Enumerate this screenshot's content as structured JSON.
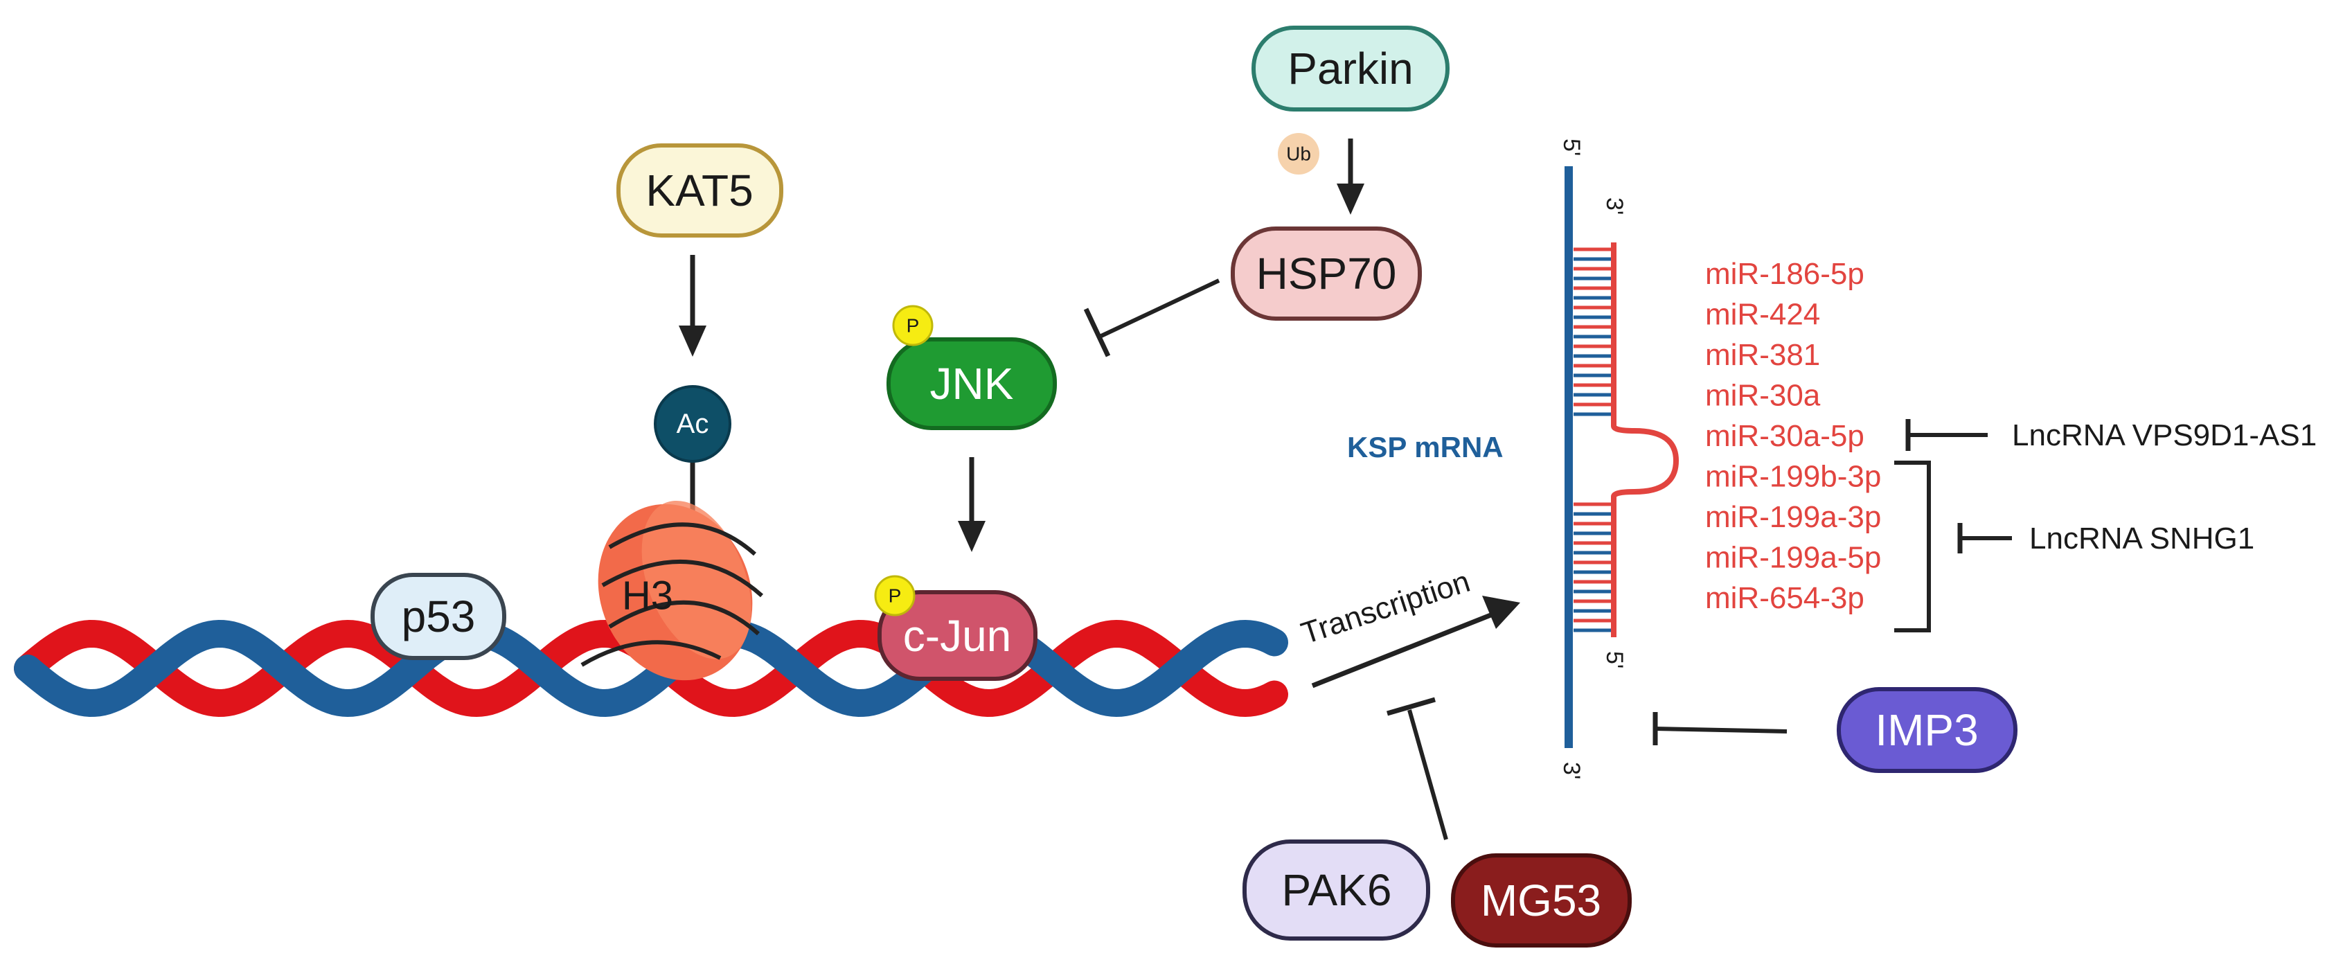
{
  "proteins": {
    "parkin": "Parkin",
    "kat5": "KAT5",
    "hsp70": "HSP70",
    "jnk": "JNK",
    "p53": "p53",
    "cjun": "c-Jun",
    "imp3": "IMP3",
    "pak6": "PAK6",
    "mg53": "MG53"
  },
  "modifications": {
    "ub": "Ub",
    "ac": "Ac",
    "h3": "H3",
    "phospho": "P"
  },
  "labels": {
    "transcription": "Transcription",
    "ksp_mrna": "KSP mRNA",
    "five_prime": "5'",
    "three_prime": "3'"
  },
  "mirnas": [
    "miR-186-5p",
    "miR-424",
    "miR-381",
    "miR-30a",
    "miR-30a-5p",
    "miR-199b-3p",
    "miR-199a-3p",
    "miR-199a-5p",
    "miR-654-3p"
  ],
  "lncrnas": {
    "vps9d1": "LncRNA VPS9D1-AS1",
    "snhg1": "LncRNA SNHG1"
  },
  "colors": {
    "dna_red": "#e0141b",
    "dna_blue": "#1f5f9a",
    "mirna_red": "#e2443f",
    "mrna_blue": "#1f5f9a"
  }
}
